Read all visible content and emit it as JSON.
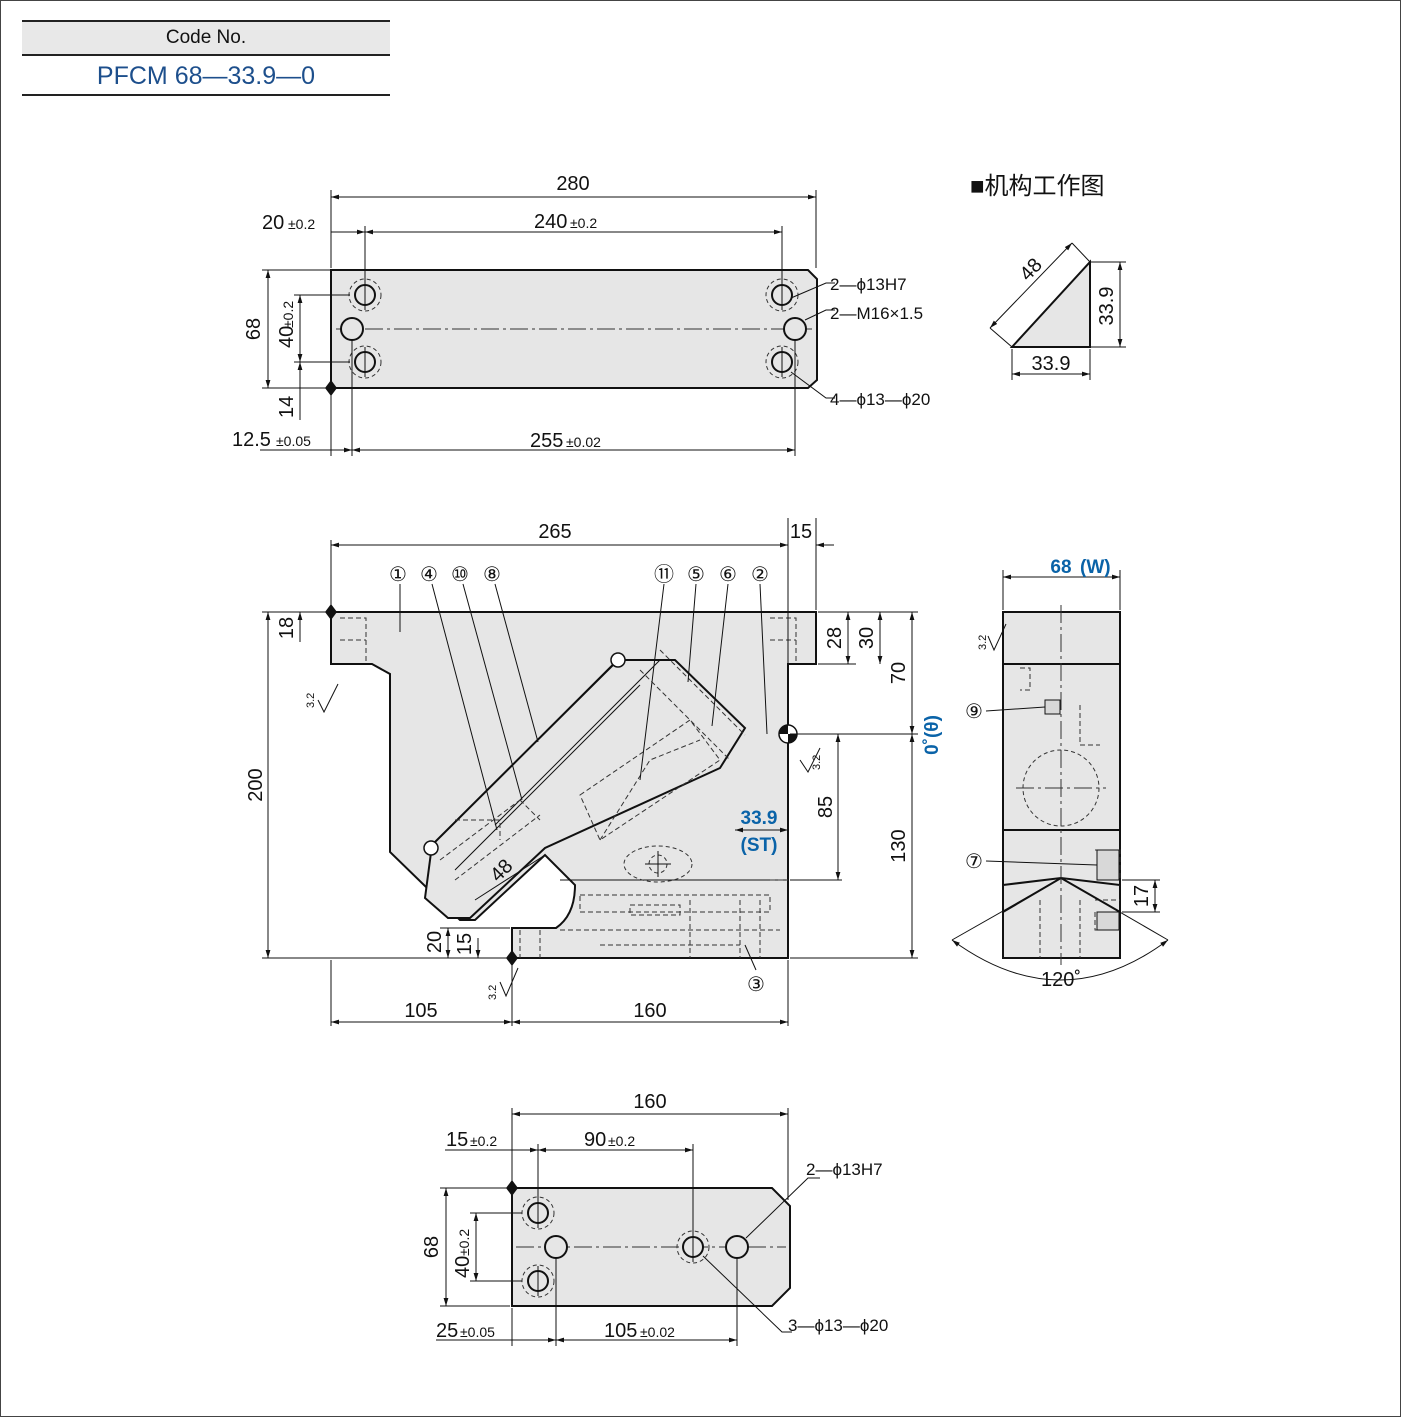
{
  "code_box": {
    "header": "Code No.",
    "value": "PFCM 68—33.9—0"
  },
  "top_view": {
    "dim_overall_length": "280",
    "dim_left_hole": "20",
    "dim_left_hole_tol": "±0.2",
    "dim_hole_pitch": "240",
    "dim_hole_pitch_tol": "±0.2",
    "dim_width": "68",
    "dim_y_pitch": "40",
    "dim_y_pitch_tol": "±0.2",
    "dim_bottom": "14",
    "dim_pin_offset": "12.5",
    "dim_pin_offset_tol": "±0.05",
    "dim_pin_pitch": "255",
    "dim_pin_pitch_tol": "±0.02",
    "note_pin_holes": "2—ϕ13H7",
    "note_tapped": "2—M16×1.5",
    "note_cbore": "4—ϕ13—ϕ20"
  },
  "mechanism": {
    "title": "■机构工作图",
    "dim_hyp": "48",
    "dim_vertical": "33.9",
    "dim_horizontal": "33.9"
  },
  "front_view": {
    "dim_265": "265",
    "dim_15": "15",
    "dim_18": "18",
    "dim_28": "28",
    "dim_30": "30",
    "dim_70": "70",
    "dim_200": "200",
    "dim_85": "85",
    "dim_130": "130",
    "dim_48": "48",
    "dim_20": "20",
    "dim_15b": "15",
    "dim_105": "105",
    "dim_160": "160",
    "stroke_value": "33.9",
    "stroke_label": "(ST)",
    "angle_label": "0˚(θ)",
    "roughness": "3.2",
    "balloons": [
      "①",
      "④",
      "⑩",
      "⑧",
      "⑪",
      "⑤",
      "⑥",
      "②",
      "③"
    ]
  },
  "side_view": {
    "dim_width": "68",
    "dim_width_label": "(W)",
    "dim_17": "17",
    "angle": "120˚",
    "roughness": "3.2",
    "balloons": [
      "⑨",
      "⑦"
    ]
  },
  "bottom_view": {
    "dim_160": "160",
    "dim_15": "15",
    "dim_15_tol": "±0.2",
    "dim_90": "90",
    "dim_90_tol": "±0.2",
    "dim_68": "68",
    "dim_40": "40",
    "dim_40_tol": "±0.2",
    "dim_25": "25",
    "dim_25_tol": "±0.05",
    "dim_105": "105",
    "dim_105_tol": "±0.02",
    "note_pin_holes": "2—ϕ13H7",
    "note_cbore": "3—ϕ13—ϕ20"
  }
}
